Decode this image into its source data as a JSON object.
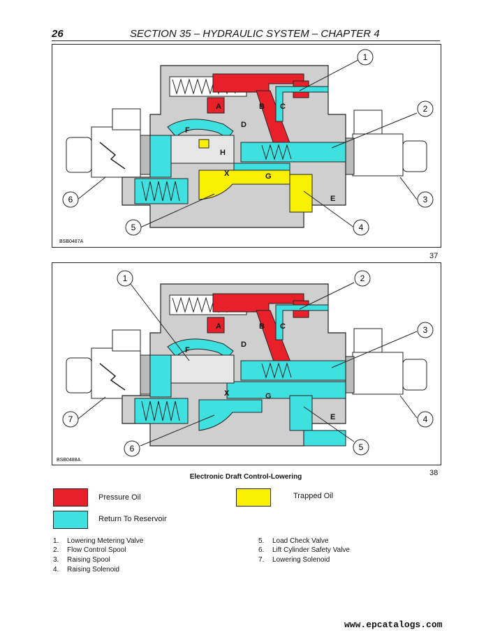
{
  "header": {
    "page_number": "26",
    "section_title": "SECTION 35 – HYDRAULIC SYSTEM – CHAPTER 4"
  },
  "colors": {
    "pressure": "#e8202a",
    "return": "#3ee0e0",
    "trapped": "#f8f000",
    "body": "#cfcfcf",
    "outline": "#222222"
  },
  "figure1": {
    "ref": "BSB0487A",
    "number": "37",
    "port_letters": [
      "A",
      "B",
      "C",
      "D",
      "F",
      "H",
      "X",
      "G",
      "E"
    ],
    "callouts": [
      "1",
      "2",
      "3",
      "4",
      "5",
      "6"
    ]
  },
  "figure2": {
    "ref": "BSB0488A",
    "number": "38",
    "port_letters": [
      "A",
      "B",
      "C",
      "D",
      "F",
      "X",
      "G",
      "E"
    ],
    "callouts": [
      "1",
      "2",
      "3",
      "4",
      "5",
      "6",
      "7"
    ]
  },
  "caption": "Electronic Draft Control-Lowering",
  "legend": [
    {
      "label": "Pressure Oil",
      "color": "#e8202a"
    },
    {
      "label": "Trapped Oil",
      "color": "#f8f000"
    },
    {
      "label": "Return To Reservoir",
      "color": "#3ee0e0"
    }
  ],
  "items_left": [
    {
      "n": "1.",
      "text": "Lowering Metering Valve"
    },
    {
      "n": "2.",
      "text": "Flow Control Spool"
    },
    {
      "n": "3.",
      "text": "Raising Spool"
    },
    {
      "n": "4.",
      "text": "Raising Solenoid"
    }
  ],
  "items_right": [
    {
      "n": "5.",
      "text": "Load Check Valve"
    },
    {
      "n": "6.",
      "text": "Lift Cylinder Safety Valve"
    },
    {
      "n": "7.",
      "text": "Lowering Solenoid"
    }
  ],
  "watermark": "www.epcatalogs.com"
}
